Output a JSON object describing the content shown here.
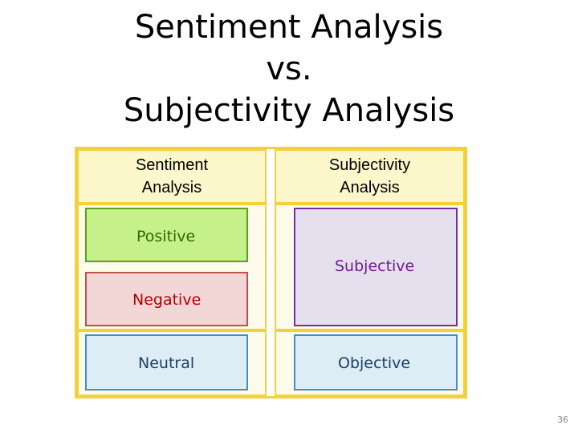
{
  "title": {
    "line1": "Sentiment Analysis",
    "line2": "vs.",
    "line3": "Subjectivity Analysis"
  },
  "columns": {
    "sentiment": {
      "line1": "Sentiment",
      "line2": "Analysis"
    },
    "subjectivity": {
      "line1": "Subjectivity",
      "line2": "Analysis"
    }
  },
  "sentiment_items": {
    "positive": "Positive",
    "negative": "Negative",
    "neutral": "Neutral"
  },
  "subjectivity_items": {
    "subjective": "Subjective",
    "objective": "Objective"
  },
  "colors": {
    "frame": "#f2d23a",
    "positive_fill": "#c6f08a",
    "positive_border": "#5aa31a",
    "negative_fill": "#f3d7d7",
    "negative_border": "#c0504d",
    "neutral_fill": "#dcedf5",
    "neutral_border": "#3f8fd0",
    "subjective_fill": "#e6e0ee",
    "subjective_border": "#7030a0",
    "objective_fill": "#dcedf5",
    "objective_border": "#3f8fd0"
  },
  "page_number": "36"
}
